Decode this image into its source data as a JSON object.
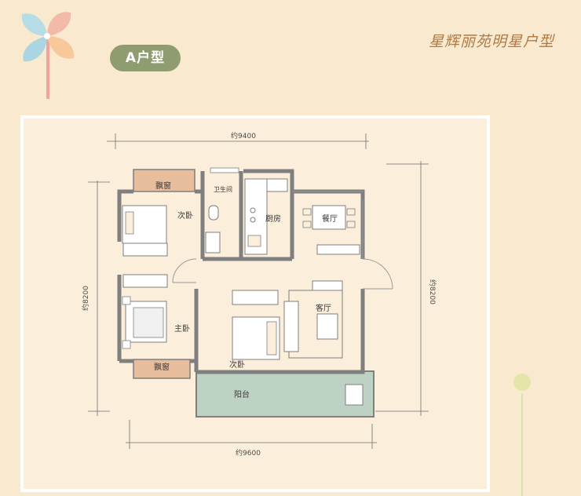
{
  "header": {
    "unit_badge": "A户型",
    "brand_title": "星辉丽苑明星户型"
  },
  "plan": {
    "dim_top": "约9400",
    "dim_bottom": "约9600",
    "dim_left": "约8200",
    "dim_right": "约8200",
    "rooms": {
      "bay_window_top": "飘窗",
      "bedroom_2_top": "次卧",
      "bathroom": "卫生间",
      "kitchen": "厨房",
      "dining": "餐厅",
      "master_bedroom": "主卧",
      "bay_window_bottom": "飘窗",
      "bedroom_2_bottom": "次卧",
      "living_room": "客厅",
      "balcony": "阳台"
    }
  },
  "colors": {
    "background": "#f8e9cf",
    "panel": "#fbeeda",
    "wall": "#7f7f7f",
    "balcony": "#bed2c3",
    "bay_window": "#e7bd9c",
    "badge": "#8e9c6f",
    "brand": "#b07a45"
  }
}
